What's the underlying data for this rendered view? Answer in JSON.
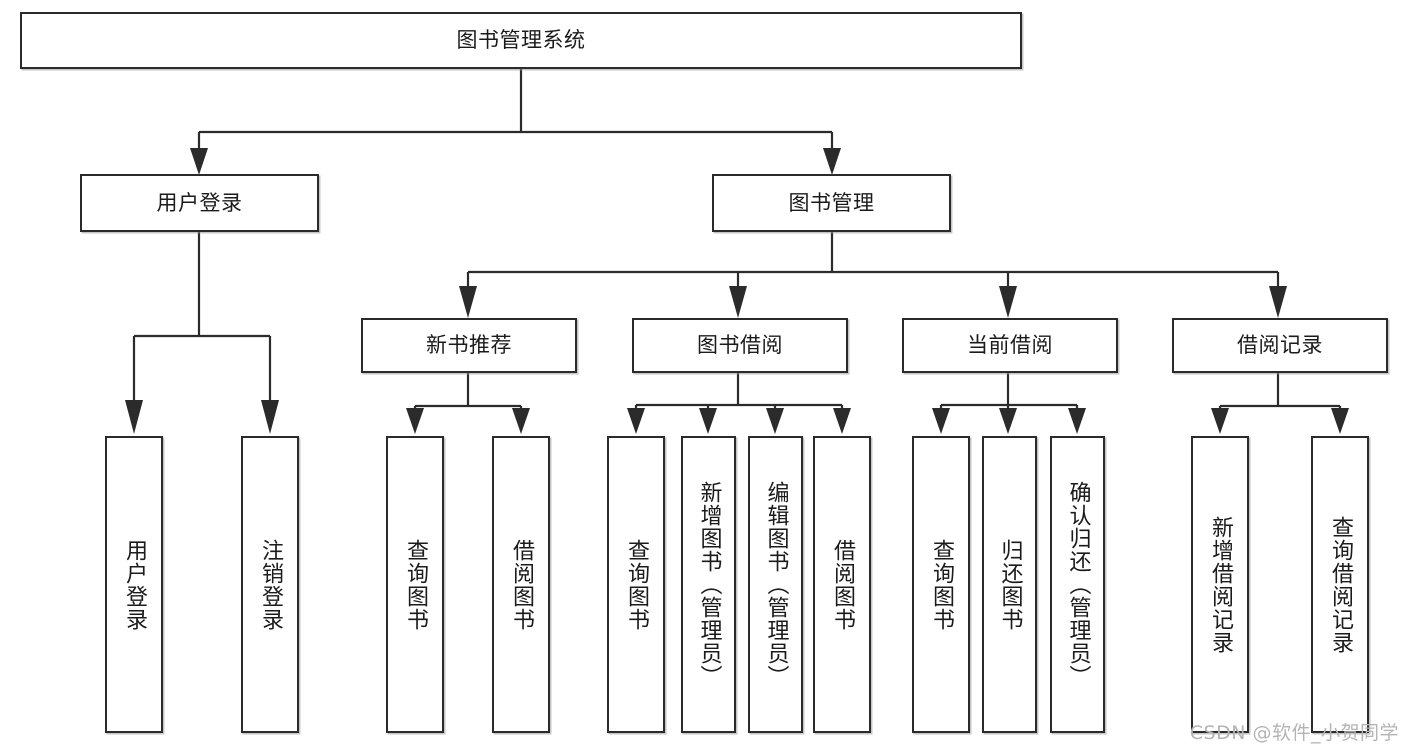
{
  "diagram": {
    "type": "tree",
    "title": "图书管理系统",
    "orientation": "top-down",
    "colors": {
      "box_border": "#2b2b2b",
      "box_fill": "#ffffff",
      "connector": "#2b2b2b",
      "text": "#1b1b1b",
      "watermark": "#b4b4b4",
      "background": "#ffffff"
    }
  },
  "root": {
    "label": "图书管理系统"
  },
  "level2": [
    {
      "label": "用户登录"
    },
    {
      "label": "图书管理"
    }
  ],
  "level3": [
    {
      "label": "新书推荐"
    },
    {
      "label": "图书借阅"
    },
    {
      "label": "当前借阅"
    },
    {
      "label": "借阅记录"
    }
  ],
  "leaves": {
    "user_login": [
      {
        "label": "用户登录"
      },
      {
        "label": "注销登录"
      }
    ],
    "new_book_recommend": [
      {
        "label": "查询图书"
      },
      {
        "label": "借阅图书"
      }
    ],
    "book_borrow": [
      {
        "label": "查询图书"
      },
      {
        "label": "新增图书（管理员）"
      },
      {
        "label": "编辑图书（管理员）"
      },
      {
        "label": "借阅图书"
      }
    ],
    "current_borrow": [
      {
        "label": "查询图书"
      },
      {
        "label": "归还图书"
      },
      {
        "label": "确认归还（管理员）"
      }
    ],
    "borrow_record": [
      {
        "label": "新增借阅记录"
      },
      {
        "label": "查询借阅记录"
      }
    ]
  },
  "watermark": {
    "text": "CSDN @软件_小贺同学"
  }
}
